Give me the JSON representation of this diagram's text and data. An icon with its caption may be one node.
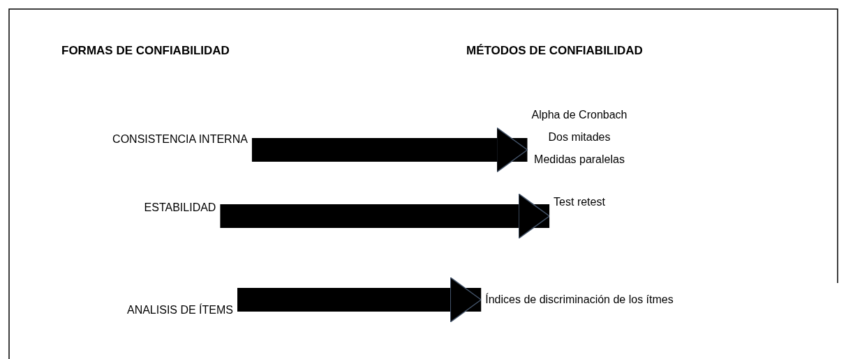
{
  "diagram": {
    "nodes": [
      {
        "text": [
          "CONSISTENCIA INTERNA"
        ]
      },
      {
        "text": [
          "Alpha de Cronbach",
          "Dos mitades",
          "Medidas paralelas"
        ]
      },
      {
        "text": [
          "ESTABILIDAD"
        ]
      },
      {
        "text": [
          "Test retest"
        ]
      },
      {
        "text": [
          "ANALISIS DE ÍTEMS"
        ]
      },
      {
        "text": [
          "Índices de discriminación de los ítmes"
        ]
      }
    ],
    "edges": [
      {
        "from": 0,
        "to": 1,
        "arrow": "to"
      },
      {
        "from": 2,
        "to": 3,
        "arrow": "to"
      },
      {
        "from": 4,
        "to": 5,
        "arrow": "to"
      }
    ],
    "labels": [
      "FORMAS DE CONFIABILIDAD",
      "MÉTODOS DE CONFIABILIDAD"
    ]
  }
}
